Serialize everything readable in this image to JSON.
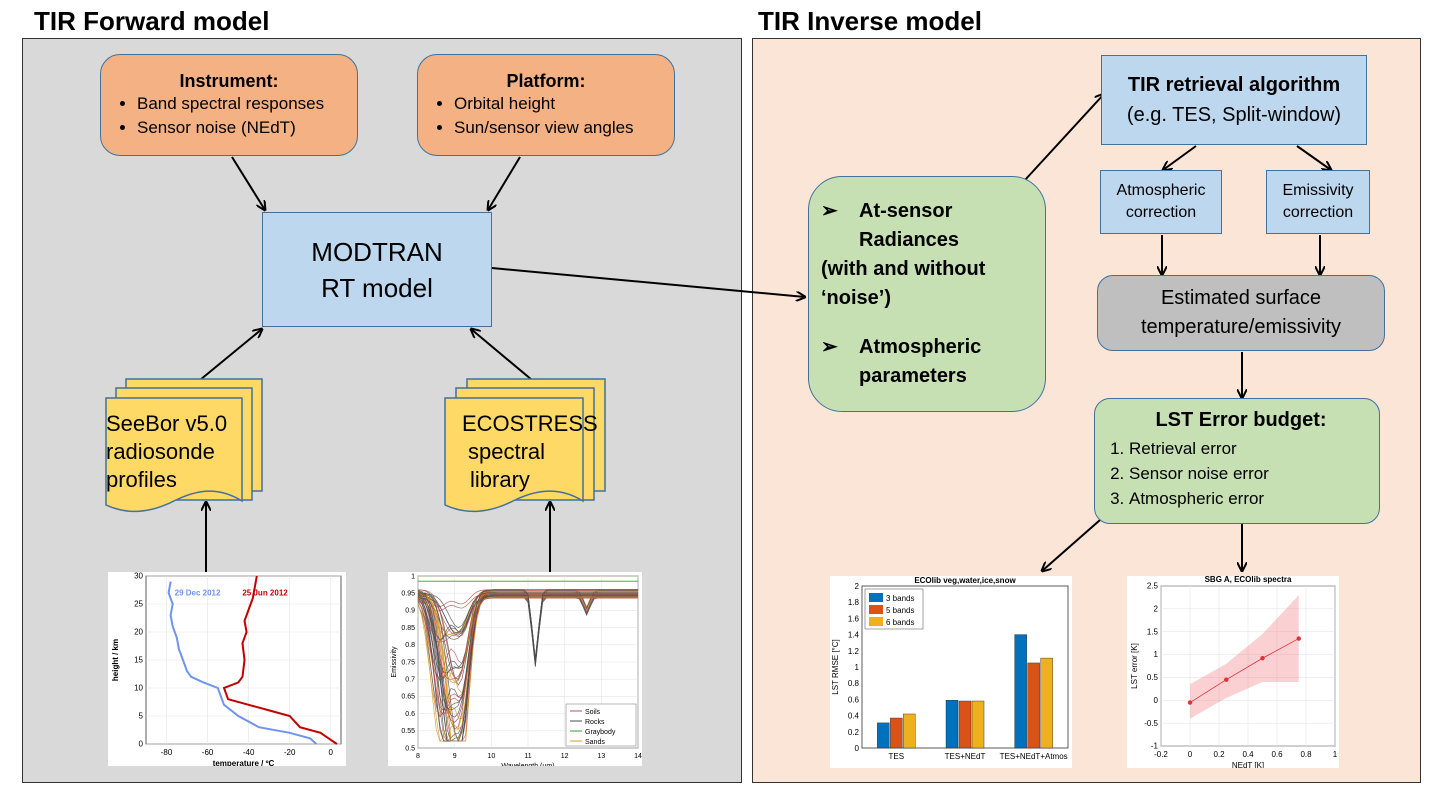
{
  "forward": {
    "title": "TIR Forward model",
    "instrument": {
      "title": "Instrument:",
      "items": [
        "Band spectral responses",
        "Sensor noise (NEdT)"
      ]
    },
    "platform": {
      "title": "Platform:",
      "items": [
        "Orbital height",
        "Sun/sensor view angles"
      ]
    },
    "modtran": {
      "line1": "MODTRAN",
      "line2": "RT model"
    },
    "seebor": {
      "lines": [
        "SeeBor v5.0",
        "radiosonde",
        "profiles"
      ]
    },
    "ecostress": {
      "lines": [
        "ECOSTRESS",
        "spectral",
        "library"
      ]
    }
  },
  "inverse": {
    "title": "TIR Inverse model",
    "atsensor": {
      "bullet_glyph": "➢",
      "item1_line1": "At-sensor",
      "item1_line2": "Radiances",
      "item1_line3": "(with and without",
      "item1_line4": "‘noise’)",
      "item2_line1": "Atmospheric",
      "item2_line2": "parameters"
    },
    "retrieval": {
      "title": "TIR retrieval algorithm",
      "subtitle": "(e.g. TES, Split-window)"
    },
    "atm_corr": {
      "line1": "Atmospheric",
      "line2": "correction"
    },
    "emis_corr": {
      "line1": "Emissivity",
      "line2": "correction"
    },
    "estimated": {
      "line1": "Estimated surface",
      "line2": "temperature/emissivity"
    },
    "lst": {
      "title": "LST Error budget:",
      "items": [
        "Retrieval error",
        "Sensor noise error",
        "Atmospheric error"
      ]
    }
  },
  "chart_data": [
    {
      "type": "line",
      "xlabel": "temperature / ºC",
      "ylabel": "height / km",
      "xlim": [
        -90,
        5
      ],
      "ylim": [
        0,
        30
      ],
      "xticks": [
        -80,
        -60,
        -40,
        -20,
        0
      ],
      "yticks": [
        0,
        5,
        10,
        15,
        20,
        25,
        30
      ],
      "series": [
        {
          "name": "29 Dec 2012",
          "color": "#6f94ee",
          "x": [
            -7,
            -10,
            -20,
            -35,
            -45,
            -52,
            -54,
            -55,
            -62,
            -68,
            -70,
            -72,
            -74,
            -75,
            -77,
            -78,
            -77,
            -79,
            -78
          ],
          "y": [
            0,
            1,
            2,
            3,
            5,
            7,
            9,
            10,
            11,
            12,
            13,
            15,
            17,
            19,
            21,
            23,
            25,
            27,
            29
          ]
        },
        {
          "name": "25 Jun 2012",
          "color": "#c00000",
          "x": [
            3,
            -1,
            -5,
            -15,
            -20,
            -30,
            -40,
            -50,
            -52,
            -45,
            -43,
            -42,
            -43,
            -41,
            -42,
            -40,
            -38,
            -37,
            -36
          ],
          "y": [
            0,
            1,
            2,
            3,
            5,
            6,
            7,
            8,
            10,
            11,
            12,
            15,
            18,
            20,
            22,
            24,
            26,
            28,
            30
          ]
        }
      ]
    },
    {
      "type": "line",
      "xlabel": "Wavelength (µm)",
      "ylabel": "Emissivity",
      "xlim": [
        8,
        14
      ],
      "ylim": [
        0.5,
        1
      ],
      "xticks": [
        8,
        9,
        10,
        11,
        12,
        13,
        14
      ],
      "yticks": [
        0.5,
        0.55,
        0.6,
        0.65,
        0.7,
        0.75,
        0.8,
        0.85,
        0.9,
        0.95,
        1
      ],
      "legend": "bottom-right",
      "series": [
        {
          "name": "Soils",
          "color": "#c0504d"
        },
        {
          "name": "Rocks",
          "color": "#4d4d4d"
        },
        {
          "name": "Graybody",
          "color": "#2ca02c"
        },
        {
          "name": "Sands",
          "color": "#d99a2b"
        }
      ]
    },
    {
      "type": "bar",
      "title": "ECOlib veg,water,ice,snow",
      "ylabel": "LST RMSE [°C]",
      "ylim": [
        0,
        2
      ],
      "yticks": [
        0,
        0.2,
        0.4,
        0.6,
        0.8,
        1,
        1.2,
        1.4,
        1.6,
        1.8,
        2
      ],
      "categories": [
        "TES",
        "TES+NEdT",
        "TES+NEdT+Atmos"
      ],
      "legend": "top-left",
      "series": [
        {
          "name": "3 bands",
          "color": "#0072bd",
          "values": [
            0.31,
            0.59,
            1.4
          ]
        },
        {
          "name": "5 bands",
          "color": "#d95319",
          "values": [
            0.37,
            0.58,
            1.05
          ]
        },
        {
          "name": "6 bands",
          "color": "#edb120",
          "values": [
            0.42,
            0.58,
            1.11
          ]
        }
      ]
    },
    {
      "type": "line",
      "title": "SBG A, ECOlib spectra",
      "xlabel": "NEdT [K]",
      "ylabel": "LST error [K]",
      "xlim": [
        -0.2,
        1
      ],
      "ylim": [
        -1,
        2.5
      ],
      "xticks": [
        -0.2,
        0,
        0.2,
        0.4,
        0.6,
        0.8,
        1
      ],
      "yticks": [
        -1,
        -0.5,
        0,
        0.5,
        1,
        1.5,
        2,
        2.5
      ],
      "series": [
        {
          "color": "#e0303a",
          "x": [
            0,
            0.25,
            0.5,
            0.75
          ],
          "y": [
            -0.05,
            0.45,
            0.92,
            1.35
          ],
          "band_low": [
            -0.4,
            0.05,
            0.4,
            0.4
          ],
          "band_high": [
            0.35,
            0.8,
            1.45,
            2.3
          ]
        }
      ]
    }
  ]
}
